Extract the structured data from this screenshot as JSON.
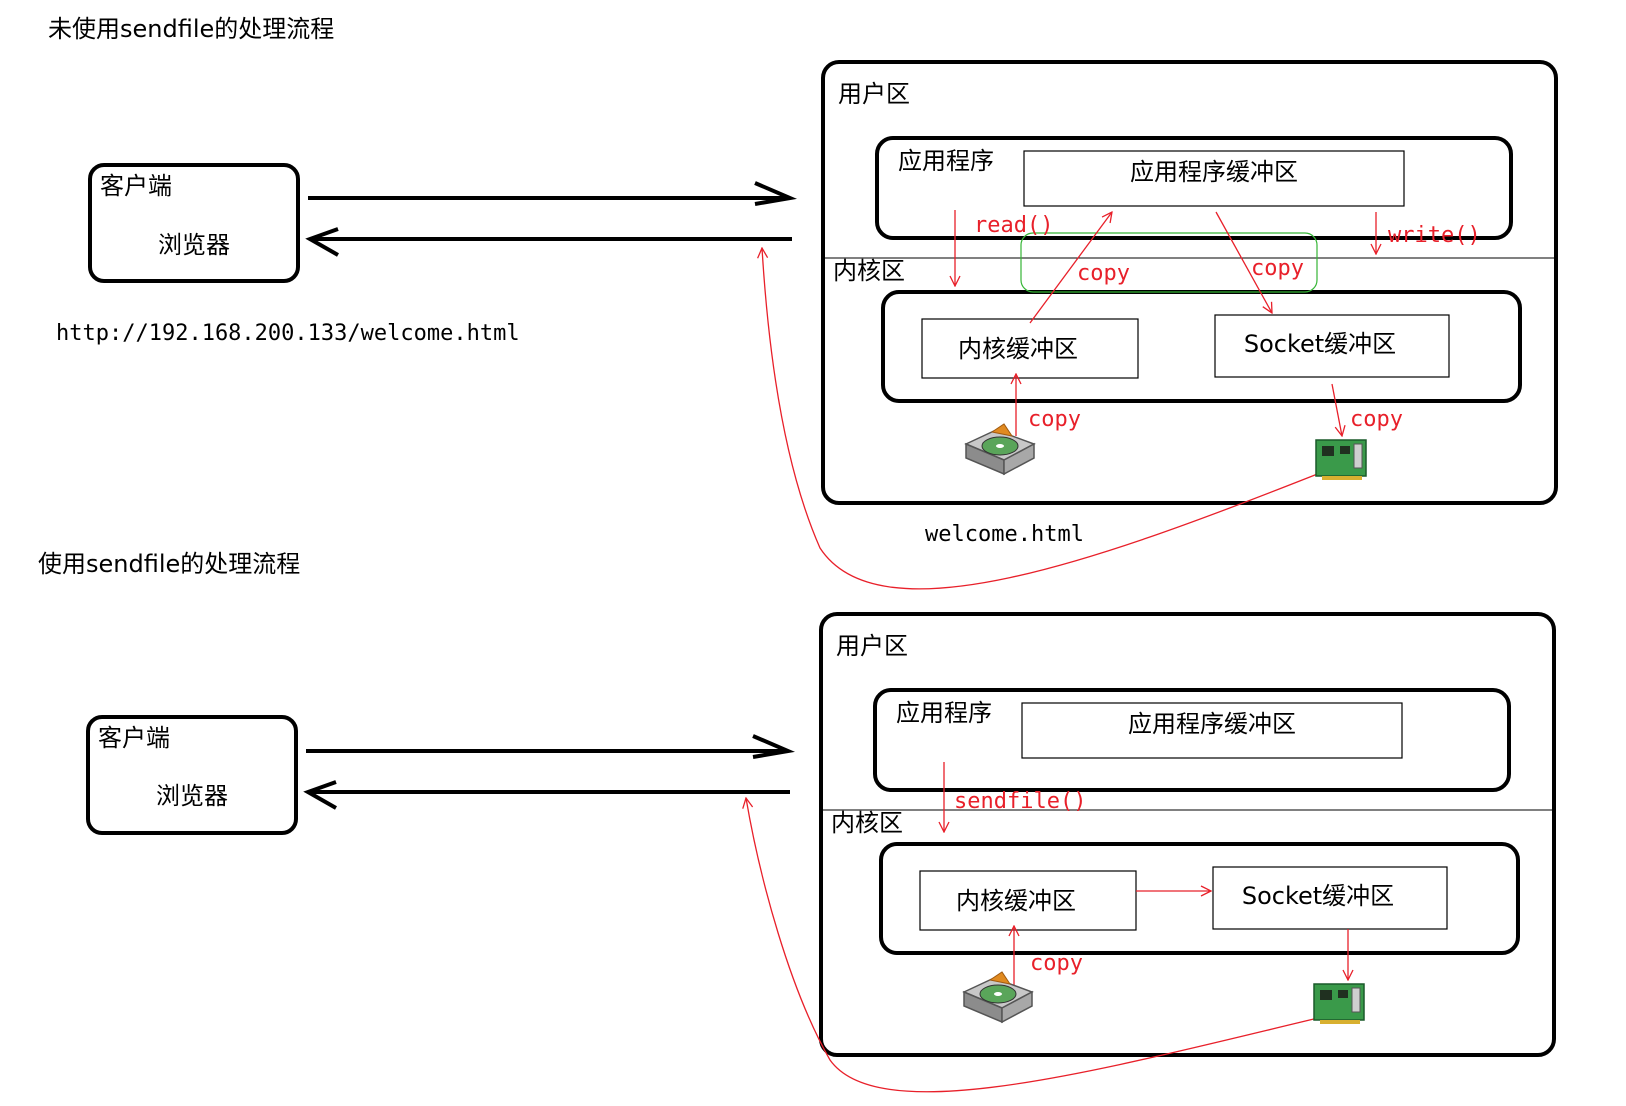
{
  "colors": {
    "ink": "#000000",
    "red": "#e8202a",
    "green": "#35b535",
    "icon_green": "#3a9a4a",
    "icon_orange": "#e08a20"
  },
  "icons": [
    "hard-disk-icon",
    "network-card-icon"
  ],
  "top": {
    "title": "未使用sendfile的处理流程",
    "client": {
      "label": "客户端",
      "sub": "浏览器"
    },
    "url": "http://192.168.200.133/welcome.html",
    "user_zone": "用户区",
    "app": "应用程序",
    "app_buffer": "应用程序缓冲区",
    "kernel_zone": "内核区",
    "kernel_buffer": "内核缓冲区",
    "socket_buffer": "Socket缓冲区",
    "read_call": "read()",
    "write_call": "write()",
    "copy_up": "copy",
    "copy_down": "copy",
    "copy_disk": "copy",
    "copy_nic": "copy",
    "file": "welcome.html"
  },
  "bottom": {
    "title": "使用sendfile的处理流程",
    "client": {
      "label": "客户端",
      "sub": "浏览器"
    },
    "user_zone": "用户区",
    "app": "应用程序",
    "app_buffer": "应用程序缓冲区",
    "kernel_zone": "内核区",
    "kernel_buffer": "内核缓冲区",
    "socket_buffer": "Socket缓冲区",
    "sendfile_call": "sendfile()",
    "copy_disk": "copy"
  }
}
